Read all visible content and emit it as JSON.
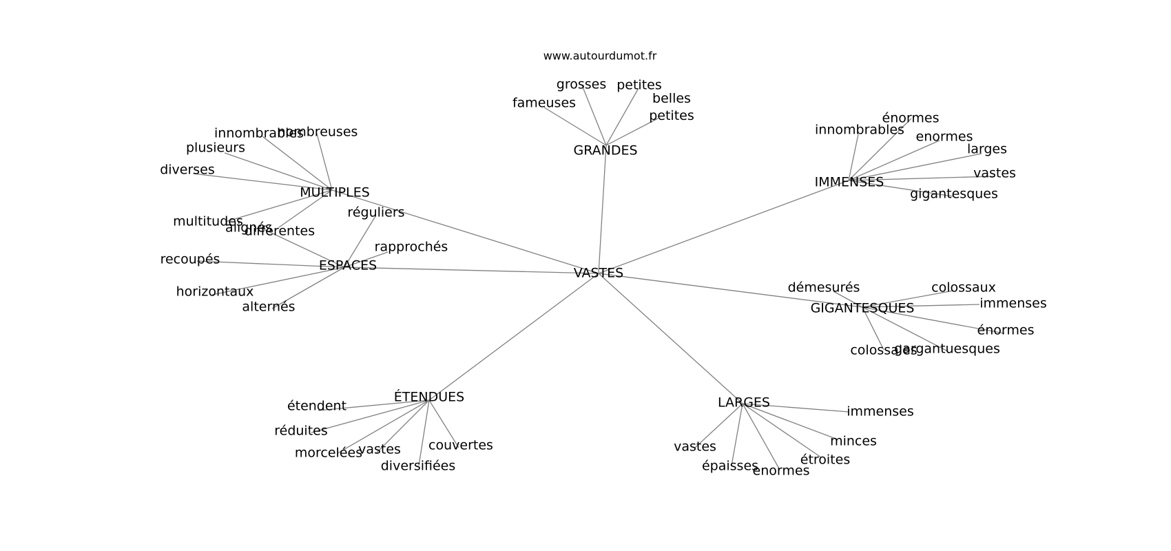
{
  "site": "www.autourdumot.fr",
  "center": "VASTES",
  "groups": [
    {
      "id": "grandes",
      "label": "GRANDES",
      "words": [
        "grosses",
        "petites",
        "fameuses",
        "belles petites"
      ]
    },
    {
      "id": "multiples",
      "label": "MULTIPLES",
      "words": [
        "innombrables",
        "nombreuses",
        "plusieurs",
        "diverses",
        "multitudes",
        "différentes"
      ]
    },
    {
      "id": "espaces",
      "label": "ESPACES",
      "words": [
        "réguliers",
        "rapprochés",
        "alignés",
        "recoupés",
        "horizontaux",
        "alternés"
      ]
    },
    {
      "id": "immenses",
      "label": "IMMENSES",
      "words": [
        "énormes",
        "innombrables",
        "enormes",
        "larges",
        "vastes",
        "gigantesques"
      ]
    },
    {
      "id": "gigantesques",
      "label": "GIGANTESQUES",
      "words": [
        "démesurés",
        "colossaux",
        "immenses",
        "énormes",
        "colossales",
        "gargantuesques"
      ]
    },
    {
      "id": "etendues",
      "label": "ÉTENDUES",
      "words": [
        "étendent",
        "réduites",
        "morcelées",
        "vastes",
        "couvertes",
        "diversifiées"
      ]
    },
    {
      "id": "larges",
      "label": "LARGES",
      "words": [
        "immenses",
        "minces",
        "étroites",
        "enormes",
        "épaisses",
        "vastes"
      ]
    }
  ]
}
